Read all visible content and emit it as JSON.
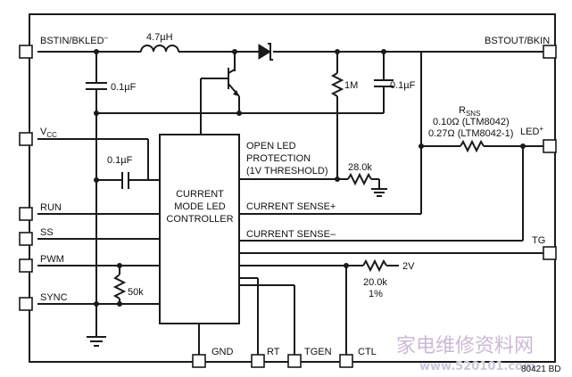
{
  "pins": {
    "bstin": "BSTIN/BKLED",
    "bstin_sup": "–",
    "bstout": "BSTOUT/BKIN",
    "vcc": "V",
    "vcc_sub": "CC",
    "led": "LED",
    "led_sup": "+",
    "run": "RUN",
    "ss": "SS",
    "tg": "TG",
    "pwm": "PWM",
    "sync": "SYNC",
    "gnd": "GND",
    "rt": "RT",
    "tgen": "TGEN",
    "ctl": "CTL"
  },
  "components": {
    "inductor": "4.7µH",
    "cap_in": "0.1µF",
    "cap_vcc": "0.1µF",
    "r_1m": "1M",
    "cap_out": "0.1µF",
    "r_28k": "28.0k",
    "r_50k": "50k",
    "r_20k": "20.0k",
    "r_20k_tol": "1%",
    "v_2v": "2V",
    "rsns": "R",
    "rsns_sub": "SNS",
    "rsns_val1": "0.10Ω (LTM8042)",
    "rsns_val2": "0.27Ω (LTM8042-1)"
  },
  "controller": {
    "line1": "CURRENT",
    "line2": "MODE LED",
    "line3": "CONTROLLER"
  },
  "signals": {
    "open_led_1": "OPEN LED",
    "open_led_2": "PROTECTION",
    "open_led_3": "(1V THRESHOLD)",
    "sense_plus": "CURRENT SENSE+",
    "sense_minus": "CURRENT SENSE–"
  },
  "footer": {
    "code": "80421 BD",
    "watermark_cn": "家电维修资料网",
    "watermark_url": "www.520101.com"
  }
}
